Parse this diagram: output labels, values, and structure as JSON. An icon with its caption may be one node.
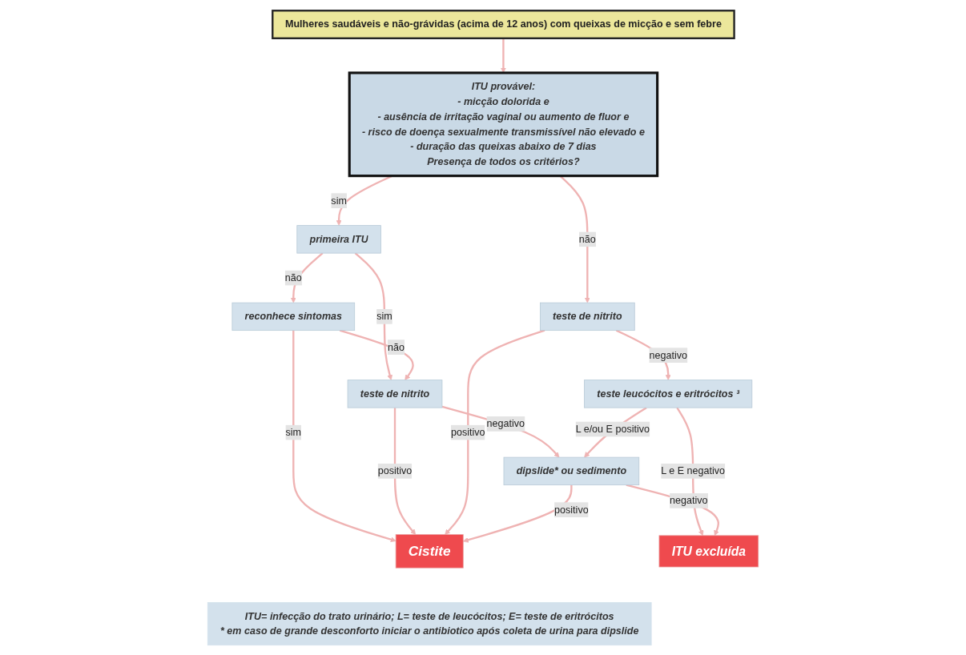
{
  "diagram": {
    "nodes": [
      {
        "text": [
          "Mulheres saudáveis e não-grávidas (acima de 12 anos) com queixas de micção e sem febre"
        ]
      },
      {
        "text": [
          "ITU provável:",
          "- micção dolorida e",
          "- ausência de irritação vaginal ou aumento de fluor e",
          "- risco de doença sexualmente transmissível não elevado e",
          "- duração das queixas abaixo de 7 dias",
          "Presença de todos os critérios?"
        ]
      },
      {
        "text": [
          "primeira ITU"
        ]
      },
      {
        "text": [
          "reconhece sintomas"
        ]
      },
      {
        "text": [
          "teste de nitrito"
        ]
      },
      {
        "text": [
          "teste de nitrito"
        ]
      },
      {
        "text": [
          "teste leucócitos e eritrócitos ³"
        ]
      },
      {
        "text": [
          "dipslide* ou sedimento"
        ]
      },
      {
        "text": [
          "Cistite"
        ]
      },
      {
        "text": [
          "ITU excluída"
        ]
      },
      {
        "text": [
          "ITU= infecção do trato urinário;     L= teste de leucócitos;     E= teste de eritrócitos",
          "* em caso de grande desconforto iniciar o antibiotico após coleta de urina para dipslide"
        ]
      }
    ],
    "edges": [
      {
        "from": 0,
        "to": 1,
        "arrow": "to"
      },
      {
        "from": 1,
        "to": 2,
        "arrow": "to",
        "label": "sim"
      },
      {
        "from": 1,
        "to": 5,
        "arrow": "to",
        "label": "não"
      },
      {
        "from": 2,
        "to": 3,
        "arrow": "to",
        "label": "não"
      },
      {
        "from": 2,
        "to": 4,
        "arrow": "to",
        "label": "sim"
      },
      {
        "from": 3,
        "to": 4,
        "arrow": "to",
        "label": "não"
      },
      {
        "from": 3,
        "to": 8,
        "arrow": "to",
        "label": "sim"
      },
      {
        "from": 4,
        "to": 8,
        "arrow": "to",
        "label": "positivo"
      },
      {
        "from": 4,
        "to": 7,
        "arrow": "to",
        "label": "negativo"
      },
      {
        "from": 5,
        "to": 6,
        "arrow": "to",
        "label": "negativo"
      },
      {
        "from": 5,
        "to": 8,
        "arrow": "to",
        "label": "positivo"
      },
      {
        "from": 6,
        "to": 9,
        "arrow": "to",
        "label": "L e E negativo"
      },
      {
        "from": 6,
        "to": 7,
        "arrow": "to",
        "label": "L e/ou E positivo"
      },
      {
        "from": 7,
        "to": 9,
        "arrow": "to",
        "label": "negativo"
      },
      {
        "from": 7,
        "to": 8,
        "arrow": "to",
        "label": "positivo"
      }
    ]
  }
}
